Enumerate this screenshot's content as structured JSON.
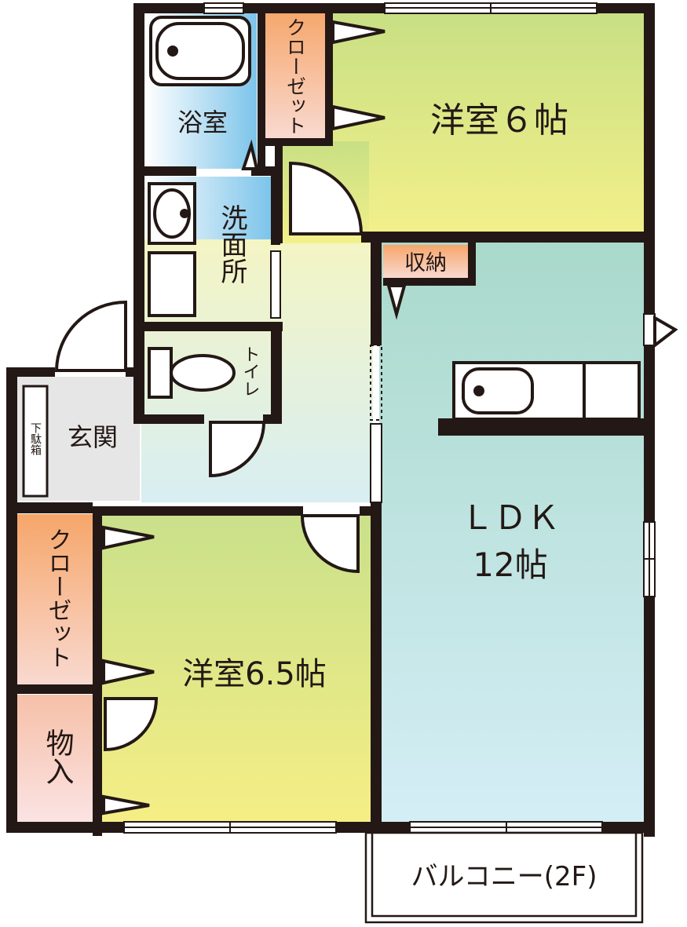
{
  "rooms": {
    "western_room_6": "洋室６帖",
    "bathroom": "浴室",
    "closet_top": "クローゼット",
    "washroom": "洗面所",
    "toilet": "トイレ",
    "storage": "収納",
    "entrance": "玄関",
    "shoe_box": "下駄箱",
    "ldk": "ＬＤＫ",
    "ldk_size": "12帖",
    "western_room_65": "洋室6.5帖",
    "closet_left": "クローゼット",
    "storage_room": "物入",
    "balcony": "バルコニー(2F)"
  },
  "colors": {
    "wall": "#231815",
    "green_room": "#c9e07a",
    "ldk": "#b4ddd6",
    "bath_blue": "#8ecbeb",
    "closet_orange": "#f3a86b",
    "hall": "#eef4c8",
    "entrance_gray": "#e4e4e4"
  }
}
